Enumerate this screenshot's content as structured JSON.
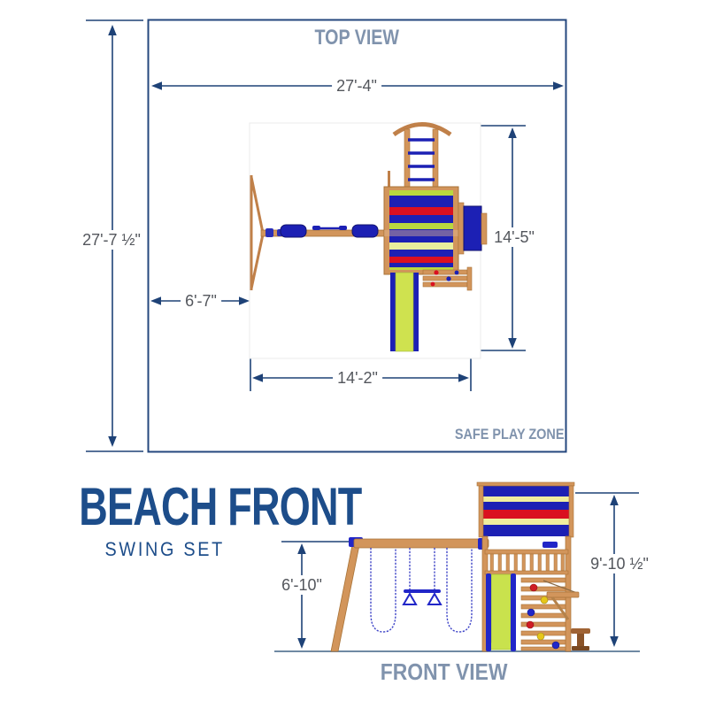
{
  "top_view": {
    "title": "TOP VIEW",
    "overall_width": "27'-4\"",
    "overall_depth": "27'-7 ½\"",
    "set_depth": "14'-5\"",
    "side_clearance": "6'-7\"",
    "set_width": "14'-2\"",
    "zone_label": "SAFE PLAY ZONE"
  },
  "front_view": {
    "product_name": "BEACH FRONT",
    "product_type": "SWING SET",
    "beam_height": "6'-10\"",
    "overall_height": "9'-10 ½\"",
    "caption": "FRONT VIEW"
  },
  "colors": {
    "dimension_line": "#1e4277",
    "dimension_text": "#53565c",
    "heading_muted": "#8093ad",
    "heading_brand": "#1d4d8a",
    "safe_zone_border": "#24477e",
    "wood": "#d2955b",
    "canopy_blue": "#1c20b4",
    "canopy_red": "#da1020",
    "canopy_pale_yellow": "#f0ee9e",
    "stripe_green": "#b9d83f",
    "slide_green": "#c9e24d"
  }
}
